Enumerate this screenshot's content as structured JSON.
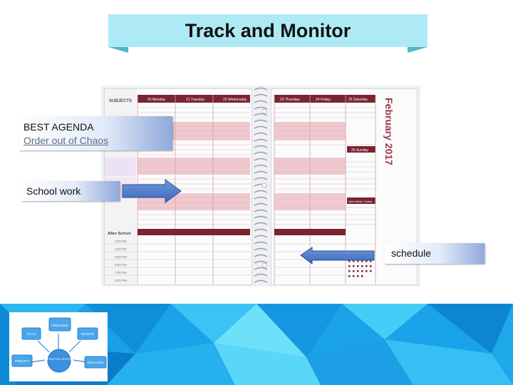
{
  "slide": {
    "title": "Track and Monitor"
  },
  "labels": {
    "best_title": "BEST AGENDA",
    "best_subtitle": "Order out of Chaos",
    "school_work": "School work",
    "schedule": "schedule"
  },
  "planner": {
    "left_page": {
      "left_header": "SUBJECTS",
      "days": [
        "20 Monday",
        "21 Tuesday",
        "22 Wednesday"
      ],
      "after_school_label": "After School",
      "times": [
        "3:00 PM",
        "4:00 PM",
        "5:00 PM",
        "6:00 PM",
        "7:00 PM",
        "8:00 PM"
      ]
    },
    "right_page": {
      "days": [
        "23 Thursday",
        "24 Friday",
        "25 Saturday"
      ],
      "sunday": "26 Sunday",
      "month_title": "February 2017",
      "notes_header": "Next Week / Notes"
    }
  },
  "diagram": {
    "center": "EFFECTIVE EFFORT",
    "nodes": [
      "ORGANIZE",
      "PLAN",
      "INITIATE",
      "PREDICT",
      "EVALUATE"
    ]
  },
  "colors": {
    "ribbon": "#aeeaf6",
    "ribbon_fold": "#4fb7c6",
    "planner_header": "#7a2331",
    "planner_band": "#f0c9cf",
    "arrow": "#4a7bc8",
    "banner_base": "#1aa3e8"
  }
}
